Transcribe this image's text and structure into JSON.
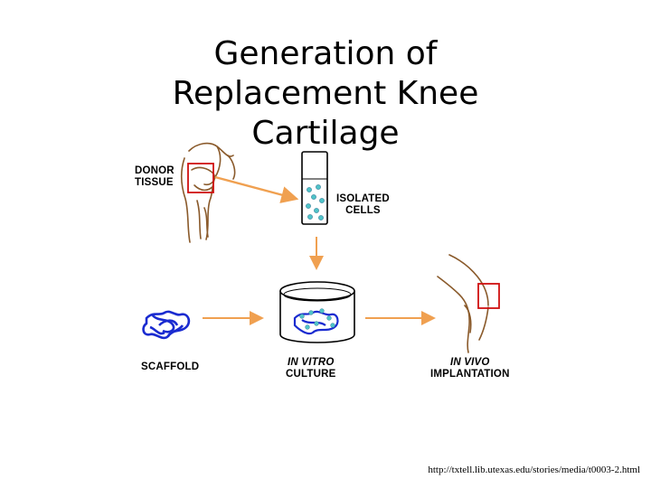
{
  "title": {
    "line1": "Generation of",
    "line2": "Replacement Knee",
    "line3": "Cartilage"
  },
  "labels": {
    "donor_tissue": {
      "line1": "DONOR",
      "line2": "TISSUE"
    },
    "isolated_cells": {
      "line1": "ISOLATED",
      "line2": "CELLS"
    },
    "scaffold": "SCAFFOLD",
    "in_vitro_culture": {
      "line1": "IN VITRO",
      "line2": "CULTURE"
    },
    "in_vivo_implantation": {
      "line1": "IN VIVO",
      "line2": "IMPLANTATION"
    }
  },
  "source_url": "http://txtell.lib.utexas.edu/stories/media/t0003-2.html",
  "colors": {
    "arrow": "#f0a050",
    "highlight_box": "#d01010",
    "knee_outline": "#8a5a2b",
    "scaffold": "#1a2bd0",
    "cells": "#4fc3c8"
  },
  "icons": [
    "knee-drawing-icon",
    "test-tube-icon",
    "scaffold-icon",
    "culture-dish-icon",
    "leg-drawing-icon"
  ]
}
